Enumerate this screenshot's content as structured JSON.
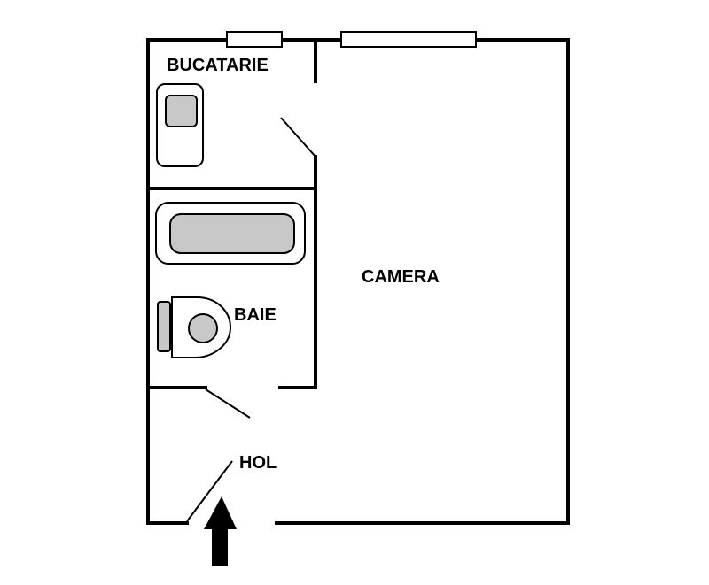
{
  "rooms": {
    "kitchen": "BUCATARIE",
    "room": "CAMERA",
    "bathroom": "BAIE",
    "hall": "HOL"
  },
  "colors": {
    "wall": "#000000",
    "fixture_fill": "#c8c8c8",
    "background": "#ffffff"
  },
  "icons": {
    "entrance": "entrance-arrow-icon"
  }
}
